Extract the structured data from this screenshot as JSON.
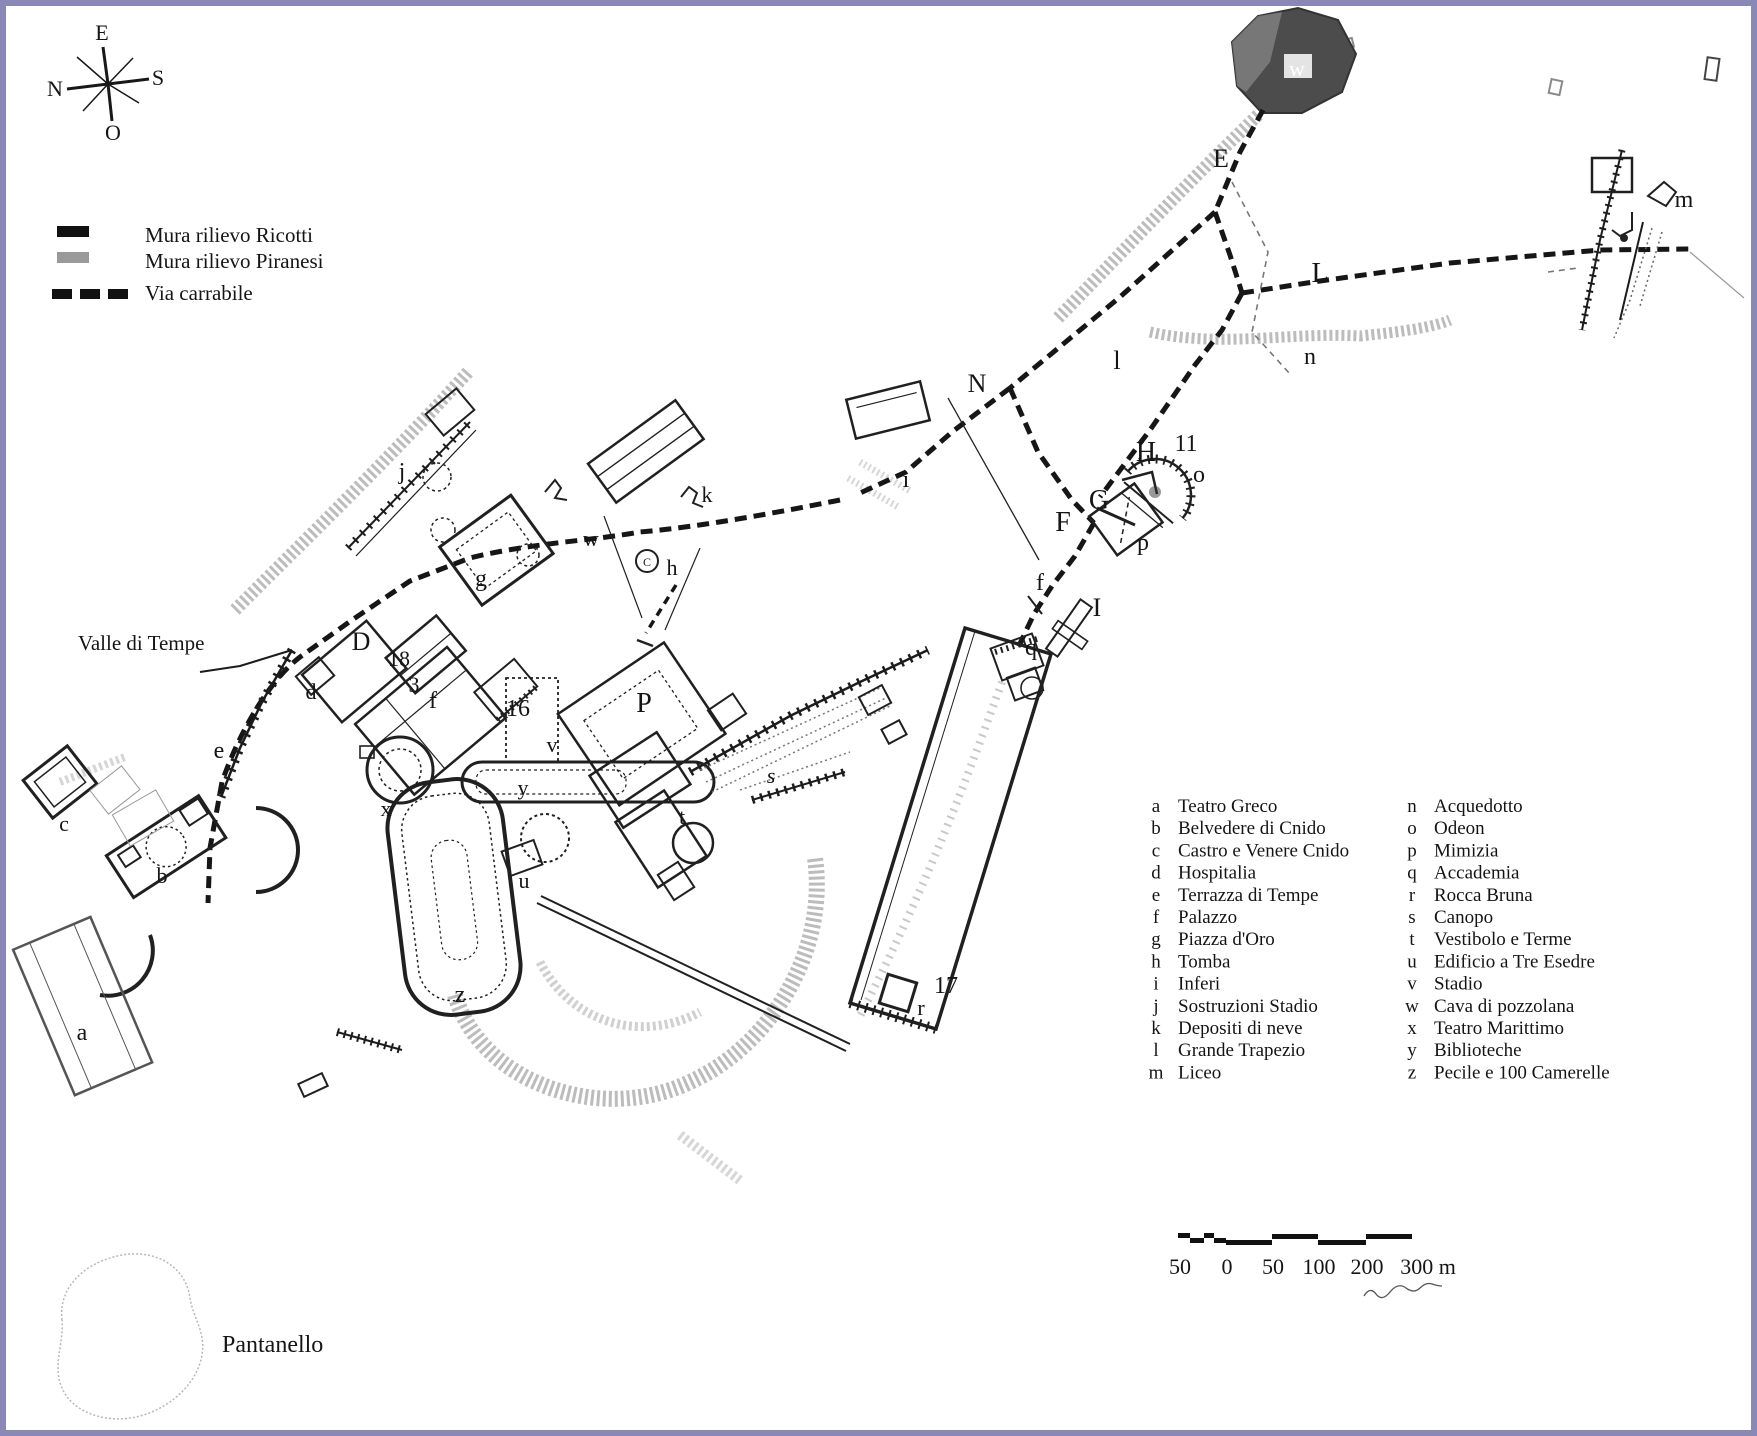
{
  "frame": {
    "border_color": "#8a88b4"
  },
  "compass": {
    "e": "E",
    "s": "S",
    "n": "N",
    "o": "O"
  },
  "legend": {
    "ricotti": "Mura rilievo Ricotti",
    "piranesi": "Mura rilievo Piranesi",
    "via": "Via carrabile"
  },
  "key": {
    "column1": [
      {
        "letter": "a",
        "name": "Teatro Greco"
      },
      {
        "letter": "b",
        "name": "Belvedere di Cnido"
      },
      {
        "letter": "c",
        "name": "Castro e Venere Cnido"
      },
      {
        "letter": "d",
        "name": "Hospitalia"
      },
      {
        "letter": "e",
        "name": "Terrazza di Tempe"
      },
      {
        "letter": "f",
        "name": "Palazzo"
      },
      {
        "letter": "g",
        "name": "Piazza d'Oro"
      },
      {
        "letter": "h",
        "name": "Tomba"
      },
      {
        "letter": "i",
        "name": "Inferi"
      },
      {
        "letter": "j",
        "name": "Sostruzioni  Stadio"
      },
      {
        "letter": "k",
        "name": "Depositi di neve"
      },
      {
        "letter": "l",
        "name": "Grande Trapezio"
      },
      {
        "letter": "m",
        "name": "Liceo"
      }
    ],
    "column2": [
      {
        "letter": "n",
        "name": "Acquedotto"
      },
      {
        "letter": "o",
        "name": "Odeon"
      },
      {
        "letter": "p",
        "name": "Mimizia"
      },
      {
        "letter": "q",
        "name": "Accademia"
      },
      {
        "letter": "r",
        "name": "Rocca Bruna"
      },
      {
        "letter": "s",
        "name": "Canopo"
      },
      {
        "letter": "t",
        "name": "Vestibolo e Terme"
      },
      {
        "letter": "u",
        "name": "Edificio a Tre Esedre"
      },
      {
        "letter": "v",
        "name": "Stadio"
      },
      {
        "letter": "w",
        "name": "Cava di pozzolana"
      },
      {
        "letter": "x",
        "name": "Teatro Marittimo"
      },
      {
        "letter": "y",
        "name": "Biblioteche"
      },
      {
        "letter": "z",
        "name": "Pecile e  100  Camerelle"
      }
    ]
  },
  "place_labels": {
    "valle": "Valle di Tempe",
    "pantanello": "Pantanello"
  },
  "map_labels": {
    "w_cava": "w",
    "E": "E",
    "m": "m",
    "L": "L",
    "n_acq": "n",
    "N": "N",
    "l": "l",
    "H": "H",
    "n11": "11",
    "o": "o",
    "G": "G",
    "F": "F",
    "p": "p",
    "f_acc": "f",
    "I": "I",
    "q": "q",
    "j": "j",
    "w_road": "w",
    "k": "k",
    "i": "i",
    "g": "g",
    "h": "h",
    "h_symbol": "C",
    "D": "D",
    "n18": "18",
    "n3": "3",
    "f_pal": "f",
    "n16": "16",
    "P": "P",
    "d": "d",
    "e": "e",
    "c": "c",
    "b": "b",
    "x": "x",
    "y": "y",
    "v": "v",
    "t": "t",
    "u": "u",
    "s": "s",
    "z": "z",
    "a": "a",
    "r": "r",
    "n17": "17"
  },
  "scale": {
    "ticks": [
      "50",
      "0",
      "50",
      "100",
      "200",
      "300 m"
    ]
  }
}
